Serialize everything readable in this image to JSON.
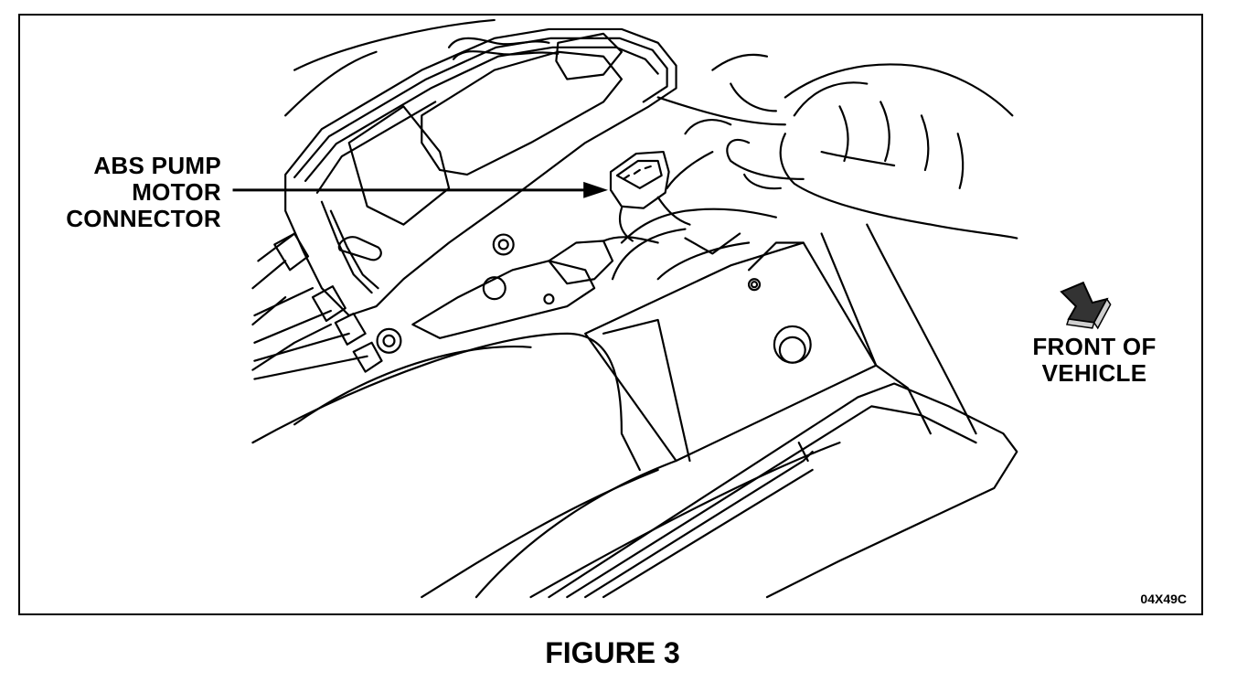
{
  "callouts": {
    "abs_pump_motor_connector": [
      "ABS PUMP",
      "MOTOR",
      "CONNECTOR"
    ],
    "front_of_vehicle": [
      "FRONT OF",
      "VEHICLE"
    ]
  },
  "illustration_code": "04X49C",
  "figure_caption": "FIGURE 3",
  "icons": {
    "direction": "front-of-vehicle-arrow-icon"
  },
  "colors": {
    "ink": "#000000",
    "arrow_fill": "#333333",
    "arrow_highlight": "#cfcfcf",
    "background": "#ffffff"
  }
}
